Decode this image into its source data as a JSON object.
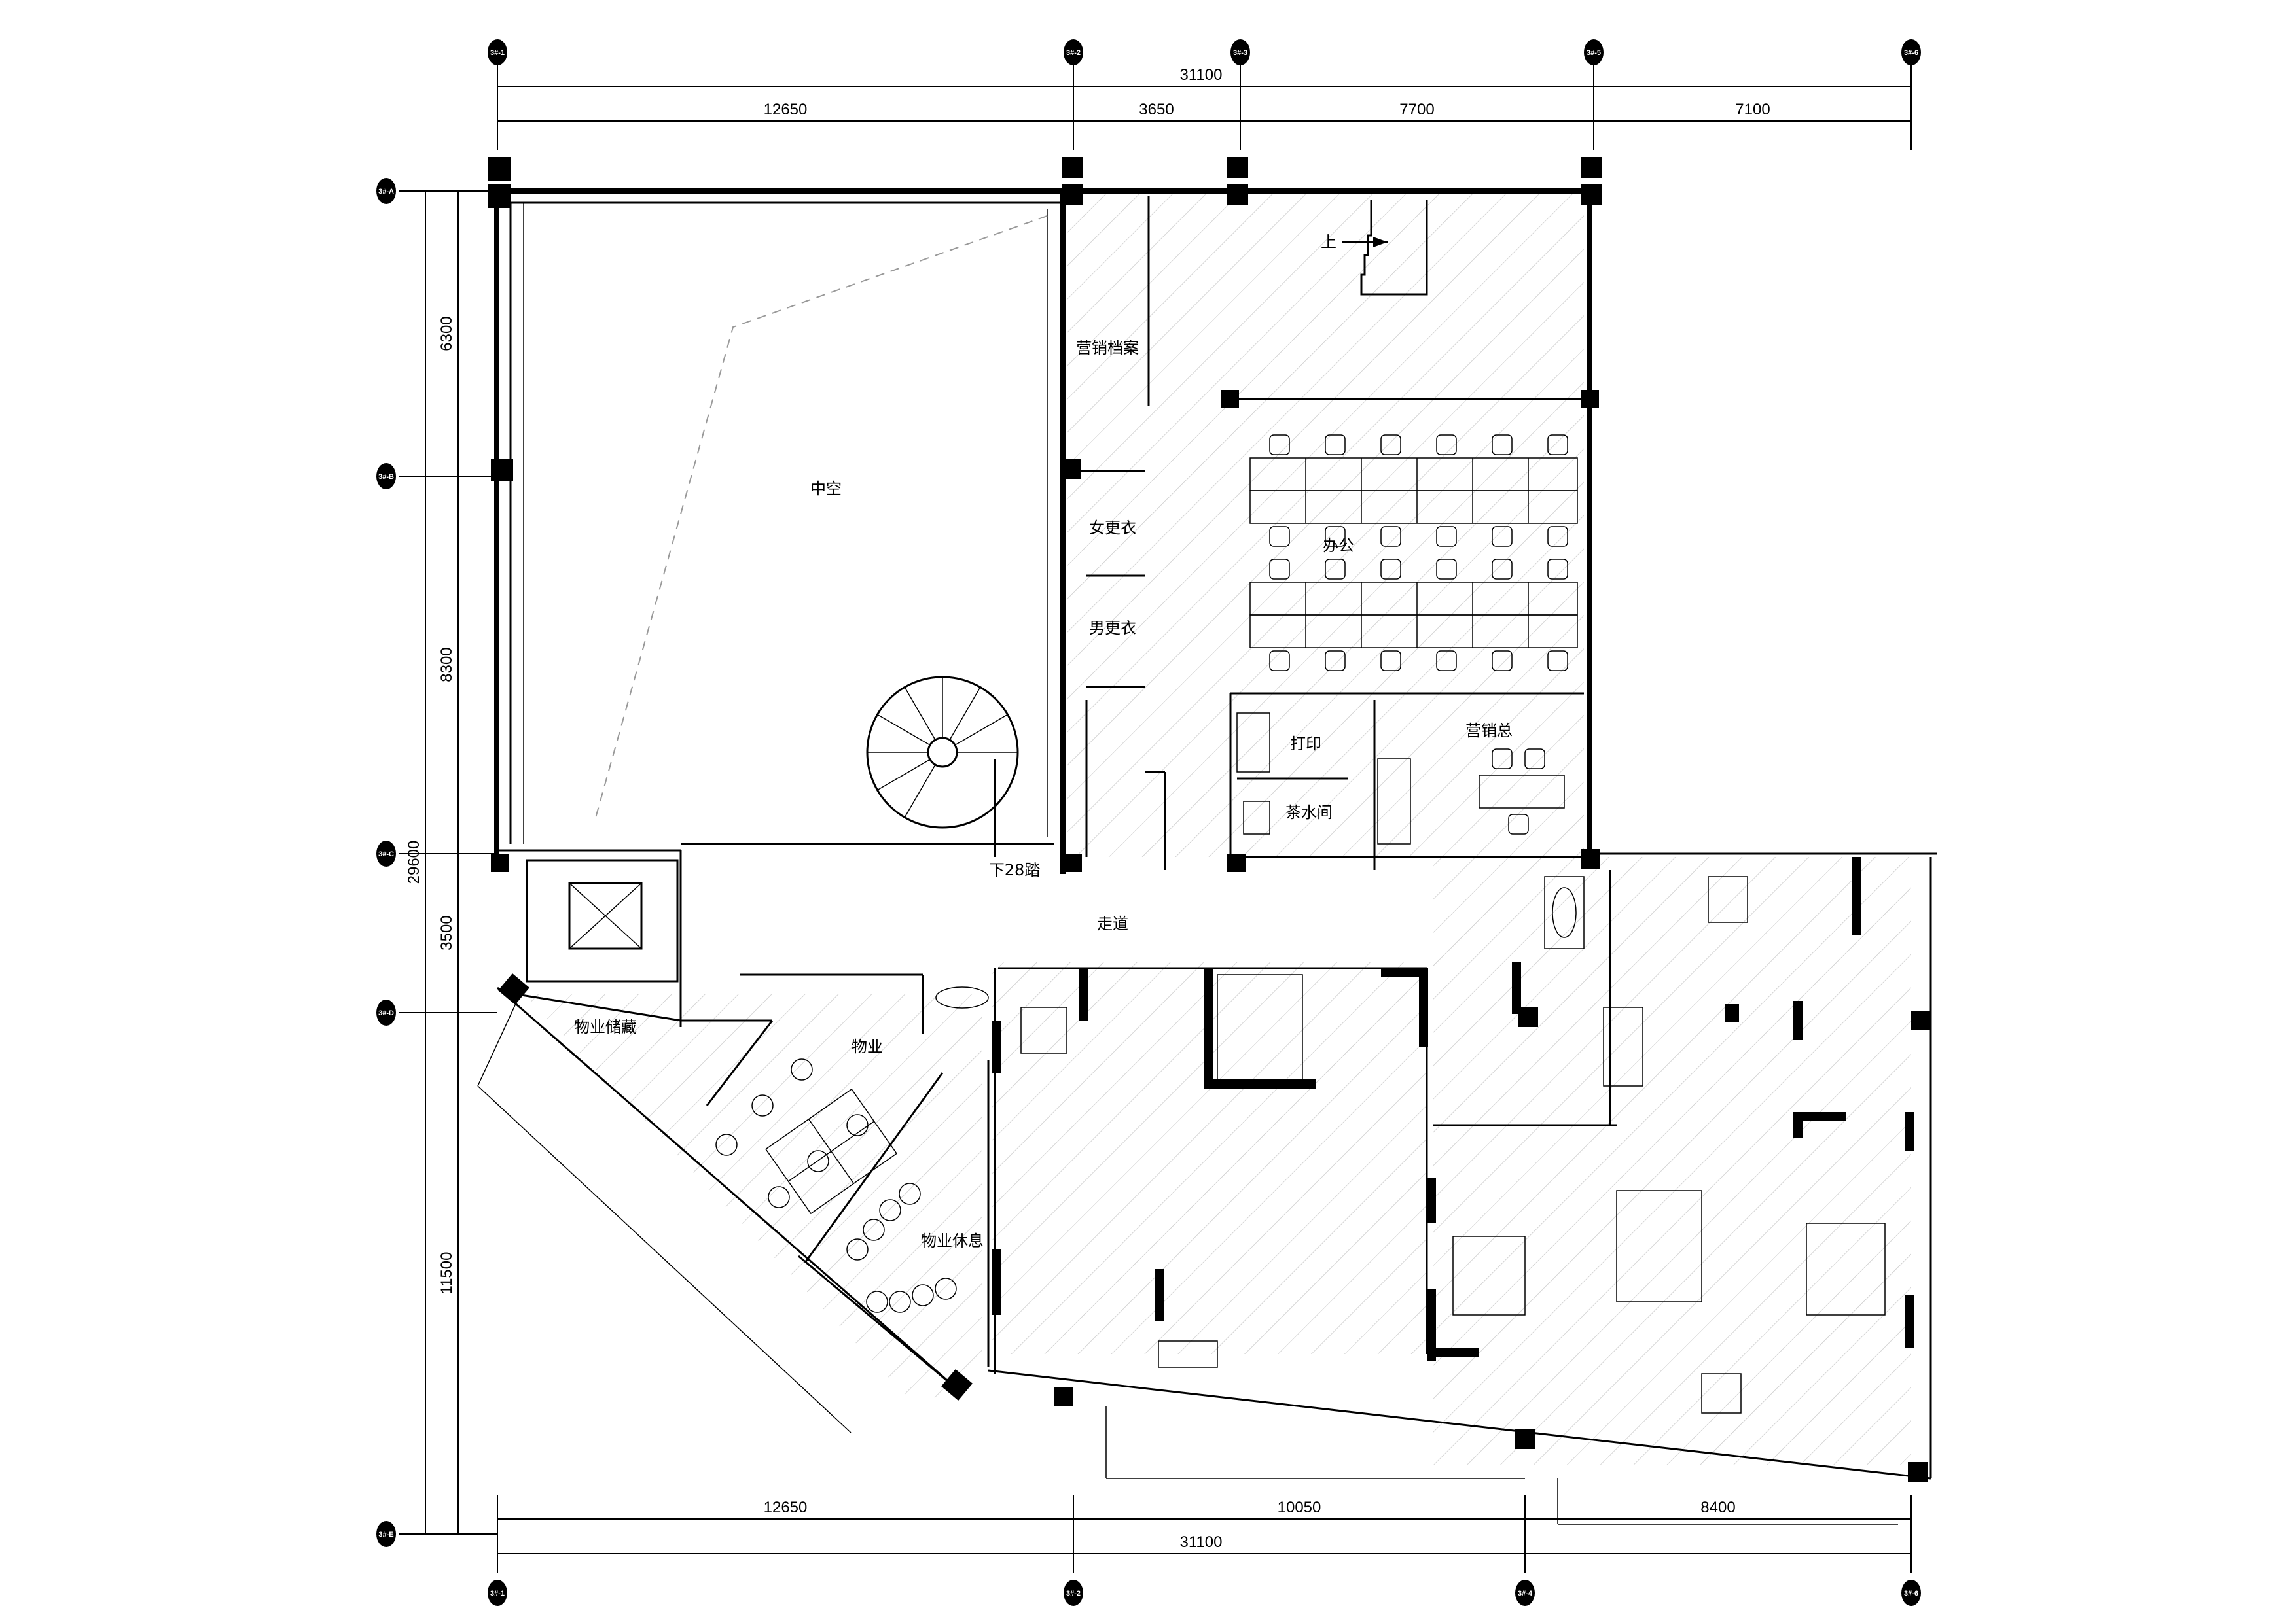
{
  "dimensions": {
    "top_total": "31100",
    "top_segments": [
      "12650",
      "3650",
      "7700",
      "7100"
    ],
    "bottom_total": "31100",
    "bottom_segments": [
      "12650",
      "10050",
      "8400"
    ],
    "left_total": "29600",
    "left_segments": [
      "6300",
      "8300",
      "3500",
      "11500"
    ]
  },
  "axes": {
    "top": [
      "3#-1",
      "3#-2",
      "3#-3",
      "3#-5",
      "3#-6"
    ],
    "bottom": [
      "3#-1",
      "3#-2",
      "3#-4",
      "3#-6"
    ],
    "left": [
      "3#-A",
      "3#-B",
      "3#-C",
      "3#-D",
      "3#-E"
    ]
  },
  "rooms": {
    "void": "中空",
    "marketing_archive": "营销档案",
    "women_locker": "女更衣",
    "men_locker": "男更衣",
    "office": "办公",
    "print": "打印",
    "tea_room": "茶水间",
    "marketing_director": "营销总",
    "corridor": "走道",
    "stairs_up": "上",
    "stairs_down": "下28踏",
    "property_storage": "物业储藏",
    "property": "物业",
    "property_rest": "物业休息"
  }
}
